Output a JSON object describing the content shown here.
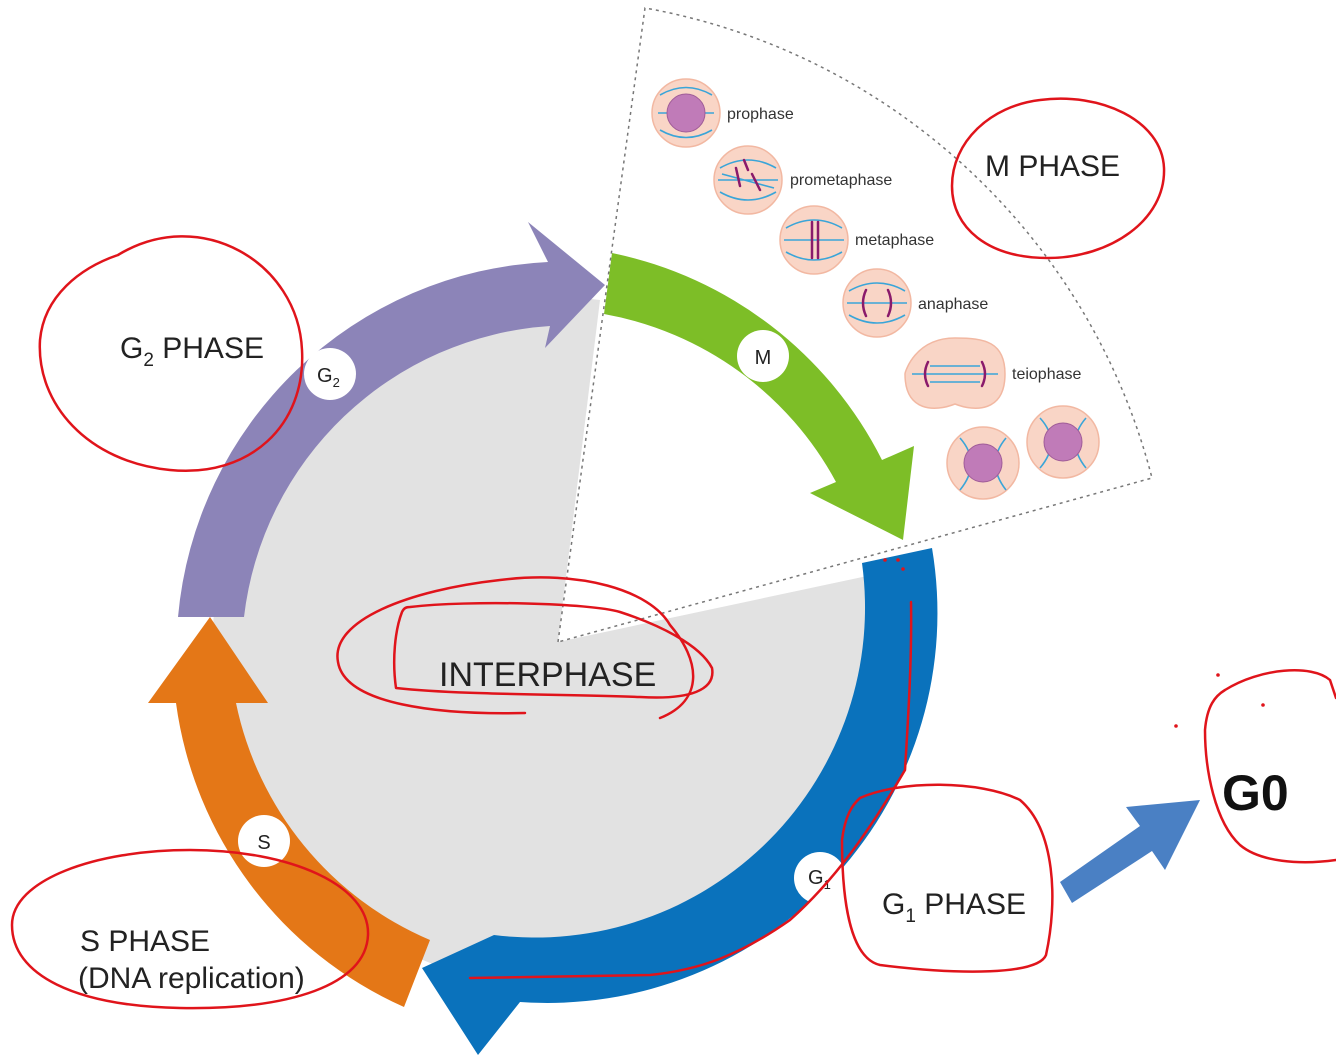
{
  "diagram": {
    "center_label": "INTERPHASE",
    "phase_badges": {
      "g2": "G",
      "g2_sub": "2",
      "m": "M",
      "s": "S",
      "g1": "G",
      "g1_sub": "1"
    },
    "phase_labels": {
      "g2": "G",
      "g2_sub": "2",
      "g2_rest": " PHASE",
      "m": "M PHASE",
      "s_line1": "S PHASE",
      "s_line2": "(DNA replication)",
      "g1": "G",
      "g1_sub": "1",
      "g1_rest": " PHASE"
    },
    "mitosis_stages": [
      "prophase",
      "prometaphase",
      "metaphase",
      "anaphase",
      "teiophase"
    ],
    "g0_label": "G0",
    "colors": {
      "g2_arrow": "#8c84b8",
      "m_arrow": "#7dbe27",
      "g1_arrow": "#0a72bc",
      "s_arrow": "#e47717",
      "interphase_fill": "#e2e2e2",
      "g0_arrow": "#4a80c4",
      "annotation_ink": "#e0141b"
    }
  }
}
